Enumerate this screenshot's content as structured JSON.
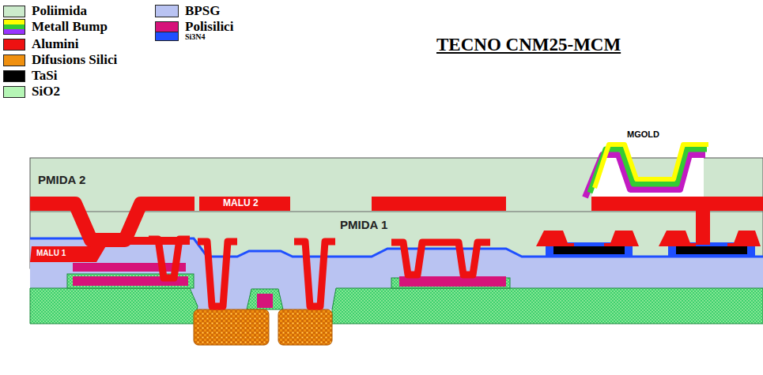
{
  "diagram": {
    "title": "TECNO CNM25-MCM",
    "labels": [
      "PMIDA 2",
      "MALU 2",
      "MALU 1",
      "PMIDA 1",
      "MGOLD"
    ],
    "legend": [
      {
        "text": "Poliimida",
        "color": "#ccebcc"
      },
      {
        "text": "Metall Bump"
      },
      {
        "text": "Alumini",
        "color": "#ee1111"
      },
      {
        "text": "Difusions Silici",
        "color": "#f0900f"
      },
      {
        "text": "TaSi",
        "color": "#000000"
      },
      {
        "text": "SiO2",
        "color": "#b5f5b5"
      },
      {
        "text": "BPSG",
        "color": "#b9c3f2"
      },
      {
        "text": "Polisilici",
        "color": "#d6137a"
      },
      {
        "text": "Si3N4",
        "color": "#1f4fff"
      }
    ]
  }
}
